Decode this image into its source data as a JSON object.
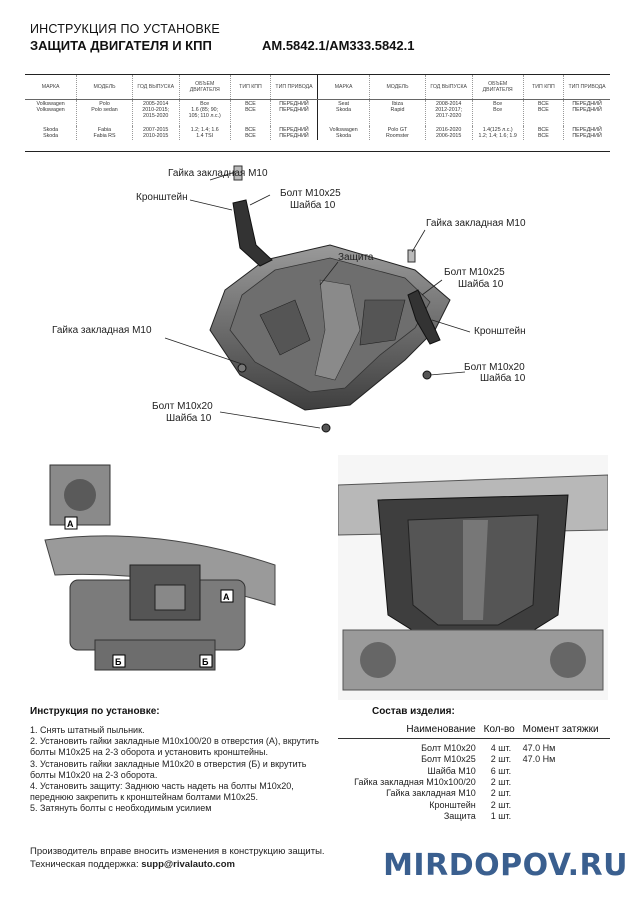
{
  "header": {
    "line1": "ИНСТРУКЦИЯ ПО УСТАНОВКЕ",
    "line2": "ЗАЩИТА ДВИГАТЕЛЯ И КПП",
    "article": "АМ.5842.1/АМ333.5842.1"
  },
  "app_table": {
    "headers": [
      "МАРКА",
      "МОДЕЛЬ",
      "ГОД ВЫПУСКА",
      "ОБЪЕМ ДВИГАТЕЛЯ",
      "ТИП КПП",
      "ТИП ПРИВОДА"
    ],
    "left": [
      {
        "make": "Volkswagen\nVolkswagen",
        "model": "Polo\nPolo sedan",
        "year": "2005-2014\n2010-2015;\n2015-2020",
        "engine": "Все\n1.6 (85; 90;\n105; 110 л.с.)",
        "gear": "ВСЕ\nВСЕ",
        "drive": "ПЕРЕДНИЙ\nПЕРЕДНИЙ"
      },
      {
        "make": "Skoda\nSkoda",
        "model": "Fabia\nFabia RS",
        "year": "2007-2015\n2010-2015",
        "engine": "1.2; 1.4; 1.6\n1.4 TSI",
        "gear": "ВСЕ\nВСЕ",
        "drive": "ПЕРЕДНИЙ\nПЕРЕДНИЙ"
      }
    ],
    "right": [
      {
        "make": "Seat\nSkoda",
        "model": "Ibiza\nRapid",
        "year": "2008-2014\n2012-2017;\n2017-2020",
        "engine": "Все\nВсе",
        "gear": "ВСЕ\nВСЕ",
        "drive": "ПЕРЕДНИЙ\nПЕРЕДНИЙ"
      },
      {
        "make": "Volkswagen\nSkoda",
        "model": "Polo GT\nRoomster",
        "year": "2016-2020\n2006-2015",
        "engine": "1.4(125 л.с.)\n1.2; 1.4; 1.6; 1.9",
        "gear": "ВСЕ\nВСЕ",
        "drive": "ПЕРЕДНИЙ\nПЕРЕДНИЙ"
      }
    ]
  },
  "callouts": {
    "nut_top": "Гайка закладная М10",
    "bracket_left": "Кронштейн",
    "bolt_top": "Болт М10х25",
    "washer_top": "Шайба 10",
    "nut_right": "Гайка закладная М10",
    "guard": "Защита",
    "bolt_right": "Болт М10х25",
    "washer_right": "Шайба 10",
    "nut_left": "Гайка закладная М10",
    "bracket_right": "Кронштейн",
    "bolt_m20_right": "Болт М10х20",
    "washer_m20_right": "Шайба 10",
    "bolt_m20_bottom": "Болт М10х20",
    "washer_m20_bottom": "Шайба 10"
  },
  "photo_marks": {
    "a": "А",
    "b": "Б"
  },
  "instructions": {
    "title": "Инструкция по установке:",
    "steps": [
      "1. Снять штатный пыльник.",
      "2. Установить гайки закладные М10х100/20 в отверстия (А), вкрутить",
      "болты М10х25 на 2-3 оборота и установить кронштейны.",
      "3. Установить гайки закладные М10х20 в отверстия (Б) и вкрутить",
      "болты М10х20 на 2-3 оборота.",
      "4. Установить защиту: Заднюю часть надеть на болты М10х20,",
      "переднюю закрепить к кронштейнам болтами М10х25.",
      "5. Затянуть болты с необходимым усилием"
    ]
  },
  "composition": {
    "title": "Состав изделия:",
    "headers": [
      "Наименование",
      "Кол-во",
      "Момент затяжки"
    ],
    "rows": [
      {
        "name": "Болт М10х20",
        "qty": "4 шт.",
        "torque": "47.0 Нм"
      },
      {
        "name": "Болт М10х25",
        "qty": "2 шт.",
        "torque": "47.0 Нм"
      },
      {
        "name": "Шайба М10",
        "qty": "6 шт.",
        "torque": ""
      },
      {
        "name": "Гайка закладная М10х100/20",
        "qty": "2 шт.",
        "torque": ""
      },
      {
        "name": "Гайка закладная М10",
        "qty": "2 шт.",
        "torque": ""
      },
      {
        "name": "Кронштейн",
        "qty": "2 шт.",
        "torque": ""
      },
      {
        "name": "Защита",
        "qty": "1 шт.",
        "torque": ""
      }
    ]
  },
  "footer": {
    "notice": "Производитель вправе вносить изменения в конструкцию защиты.",
    "support_label": "Техническая поддержка:",
    "support_email": "supp@rivalauto.com",
    "watermark": "MIRDOPOV.RU"
  }
}
